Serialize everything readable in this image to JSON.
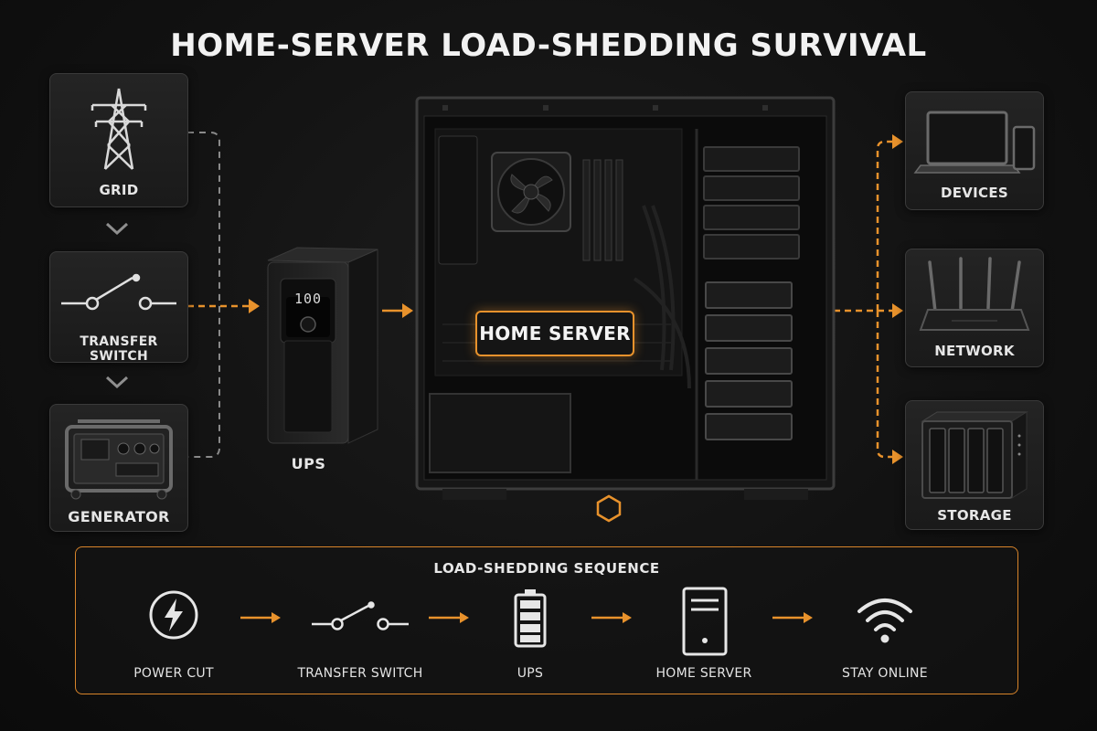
{
  "title": "HOME-SERVER LOAD-SHEDDING SURVIVAL",
  "sources": [
    {
      "label": "GRID",
      "icon": "power-pylon-icon"
    },
    {
      "label": "TRANSFER SWITCH",
      "icon": "switch-icon"
    },
    {
      "label": "GENERATOR",
      "icon": "generator-icon"
    }
  ],
  "ups": {
    "label": "UPS",
    "display": "100"
  },
  "server": {
    "label": "HOME SERVER"
  },
  "outputs": [
    {
      "label": "DEVICES",
      "icon": "laptop-phone-icon"
    },
    {
      "label": "NETWORK",
      "icon": "router-icon"
    },
    {
      "label": "STORAGE",
      "icon": "nas-icon"
    }
  ],
  "sequence": {
    "title": "LOAD-SHEDDING SEQUENCE",
    "steps": [
      {
        "label": "POWER CUT",
        "icon": "lightning-icon"
      },
      {
        "label": "TRANSFER SWITCH",
        "icon": "switch-icon"
      },
      {
        "label": "UPS",
        "icon": "battery-icon"
      },
      {
        "label": "HOME SERVER",
        "icon": "server-icon"
      },
      {
        "label": "STAY ONLINE",
        "icon": "wifi-icon"
      }
    ]
  },
  "colors": {
    "accent": "#e8922c",
    "background": "#121212",
    "card": "#1f1f1f"
  }
}
